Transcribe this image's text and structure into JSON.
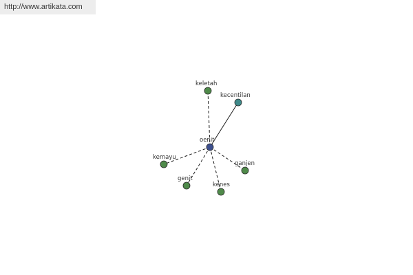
{
  "source_link": "http://www.artikata.com",
  "graph": {
    "center": {
      "label": "oenit",
      "color": "#3d4f8e"
    },
    "nodes": [
      {
        "id": "keletah",
        "label": "keletah",
        "color": "#4f8a4a",
        "edge_style": "dashed"
      },
      {
        "id": "kecentilan",
        "label": "kecentilan",
        "color": "#3f8a8a",
        "edge_style": "solid"
      },
      {
        "id": "kemayu",
        "label": "kemayu",
        "color": "#4f8a4a",
        "edge_style": "dashed"
      },
      {
        "id": "ganjen",
        "label": "ganjen",
        "color": "#4f8a4a",
        "edge_style": "dashed"
      },
      {
        "id": "genit",
        "label": "genit",
        "color": "#4f8a4a",
        "edge_style": "dashed"
      },
      {
        "id": "kenes",
        "label": "kenes",
        "color": "#4f8a4a",
        "edge_style": "dashed"
      }
    ]
  }
}
